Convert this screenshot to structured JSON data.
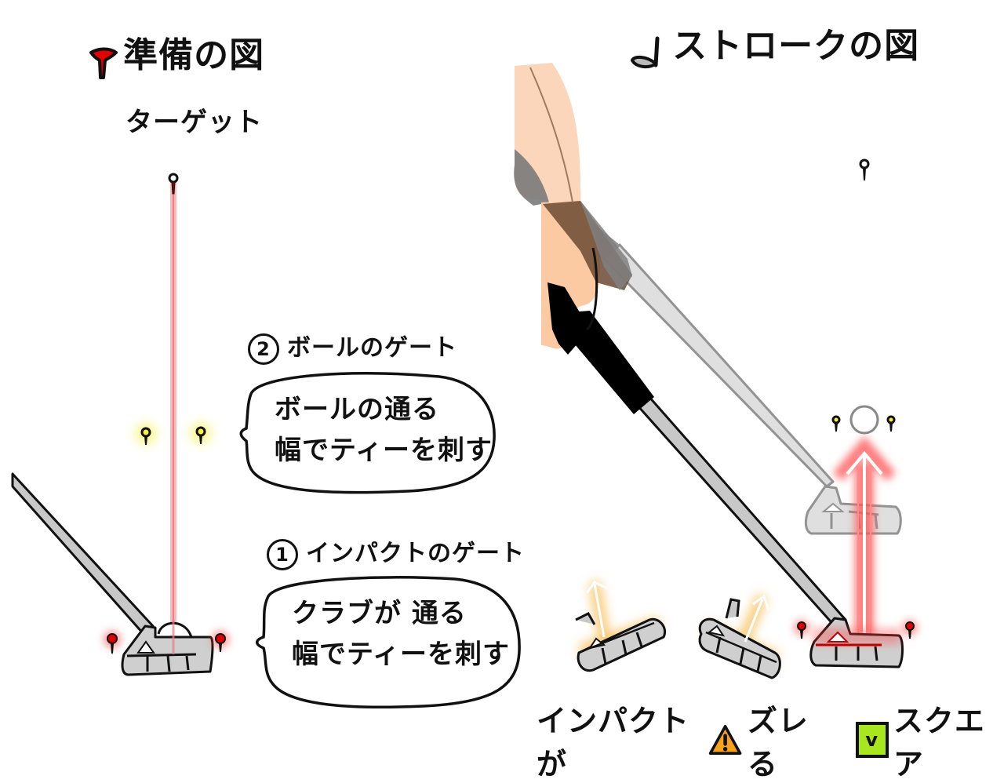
{
  "left_panel": {
    "title_icon": "tee-icon",
    "title": "準備の図",
    "target_label": "ターゲット",
    "gate2": {
      "number": "2",
      "label": "ボールのゲート",
      "bubble_line1": "ボールの通る",
      "bubble_line2": "幅でティーを刺す"
    },
    "gate1": {
      "number": "1",
      "label": "インパクトのゲート",
      "bubble_line1": "クラブが 通る",
      "bubble_line2": "幅でティーを刺す"
    }
  },
  "right_panel": {
    "title_icon": "putter-icon",
    "title": "ストロークの図"
  },
  "legend": {
    "bad_prefix": "インパクトが",
    "bad_icon": "warning-icon",
    "bad_suffix": "ズレる",
    "good_icon": "check-icon",
    "good_mark": "v",
    "good_label": "スクエア"
  },
  "colors": {
    "target_line": "#f4a0a0",
    "red_tee": "#e00000",
    "yellow_glow": "#f8f040",
    "orange_glow": "#f6b43c",
    "warning": "#f7a21b",
    "check": "#a8e61d",
    "skin": "#fbc9a2",
    "putter_gray": "#cfcfcf"
  }
}
